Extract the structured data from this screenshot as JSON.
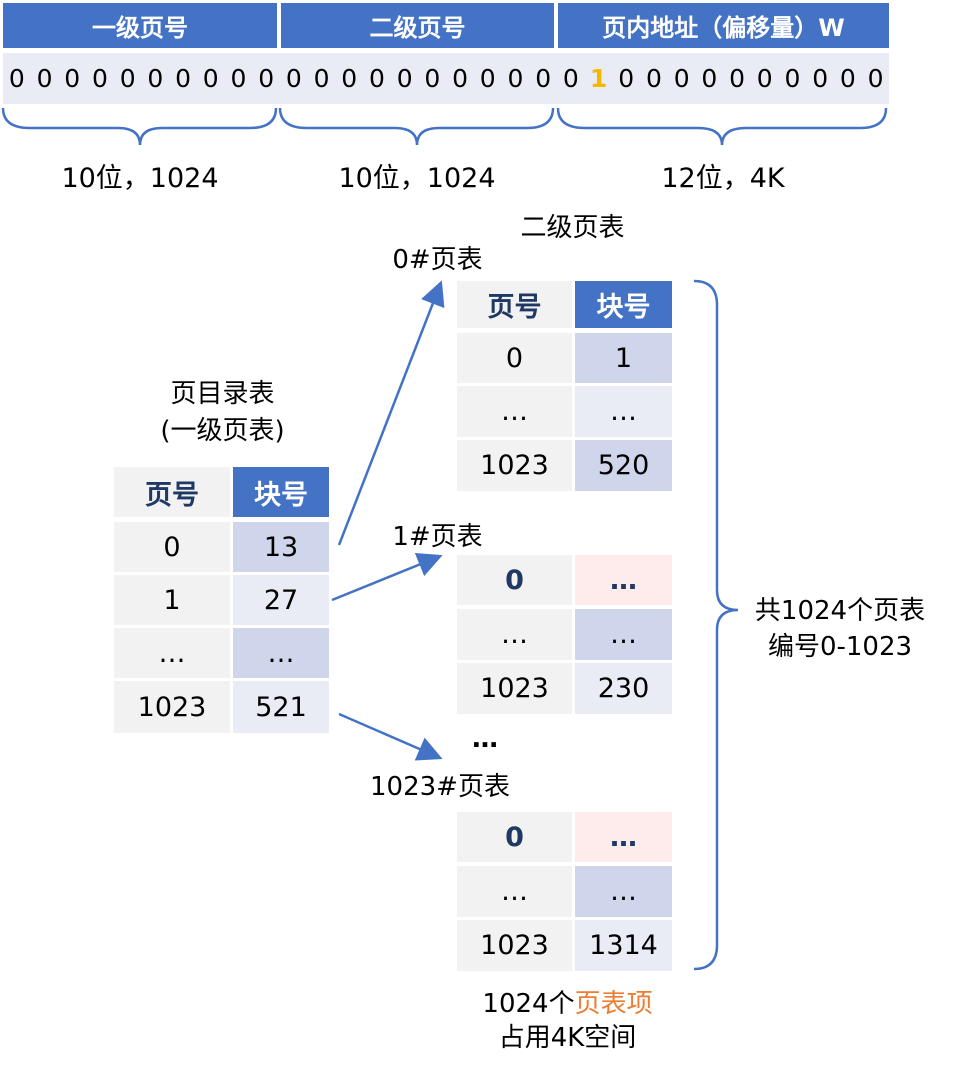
{
  "address": {
    "level1_header": "一级页号",
    "level2_header": "二级页号",
    "offset_header": "页内地址（偏移量）W",
    "bits": [
      "0",
      "0",
      "0",
      "0",
      "0",
      "0",
      "0",
      "0",
      "0",
      "0",
      "0",
      "0",
      "0",
      "0",
      "0",
      "0",
      "0",
      "0",
      "0",
      "0",
      "0",
      "1",
      "0",
      "0",
      "0",
      "0",
      "0",
      "0",
      "0",
      "0",
      "0",
      "0"
    ],
    "highlight_index": 21,
    "brace_labels": [
      "10位，1024",
      "10位，1024",
      "12位，4K"
    ]
  },
  "second_level_title": "二级页表",
  "directory": {
    "title_line1": "页目录表",
    "title_line2": "(一级页表)",
    "headers": [
      "页号",
      "块号"
    ],
    "rows": [
      [
        "0",
        "13"
      ],
      [
        "1",
        "27"
      ],
      [
        "…",
        "…"
      ],
      [
        "1023",
        "521"
      ]
    ]
  },
  "table0": {
    "label": "0#页表",
    "headers": [
      "页号",
      "块号"
    ],
    "rows": [
      [
        "0",
        "1"
      ],
      [
        "…",
        "…"
      ],
      [
        "1023",
        "520"
      ]
    ]
  },
  "table1": {
    "label": "1#页表",
    "rows": [
      [
        "0",
        "…"
      ],
      [
        "…",
        "…"
      ],
      [
        "1023",
        "230"
      ]
    ]
  },
  "ellipsis": "…",
  "table1023": {
    "label": "1023#页表",
    "rows": [
      [
        "0",
        "…"
      ],
      [
        "…",
        "…"
      ],
      [
        "1023",
        "1314"
      ]
    ]
  },
  "side_note": {
    "line1": "共1024个页表",
    "line2": "编号0-1023"
  },
  "footer": {
    "prefix": "1024个",
    "highlight": "页表项",
    "line2": "占用4K空间"
  },
  "colors": {
    "header_blue": "#4472c4",
    "highlight_bit": "#f5b800",
    "accent_orange": "#ed7d31",
    "arrow": "#4472c4"
  }
}
